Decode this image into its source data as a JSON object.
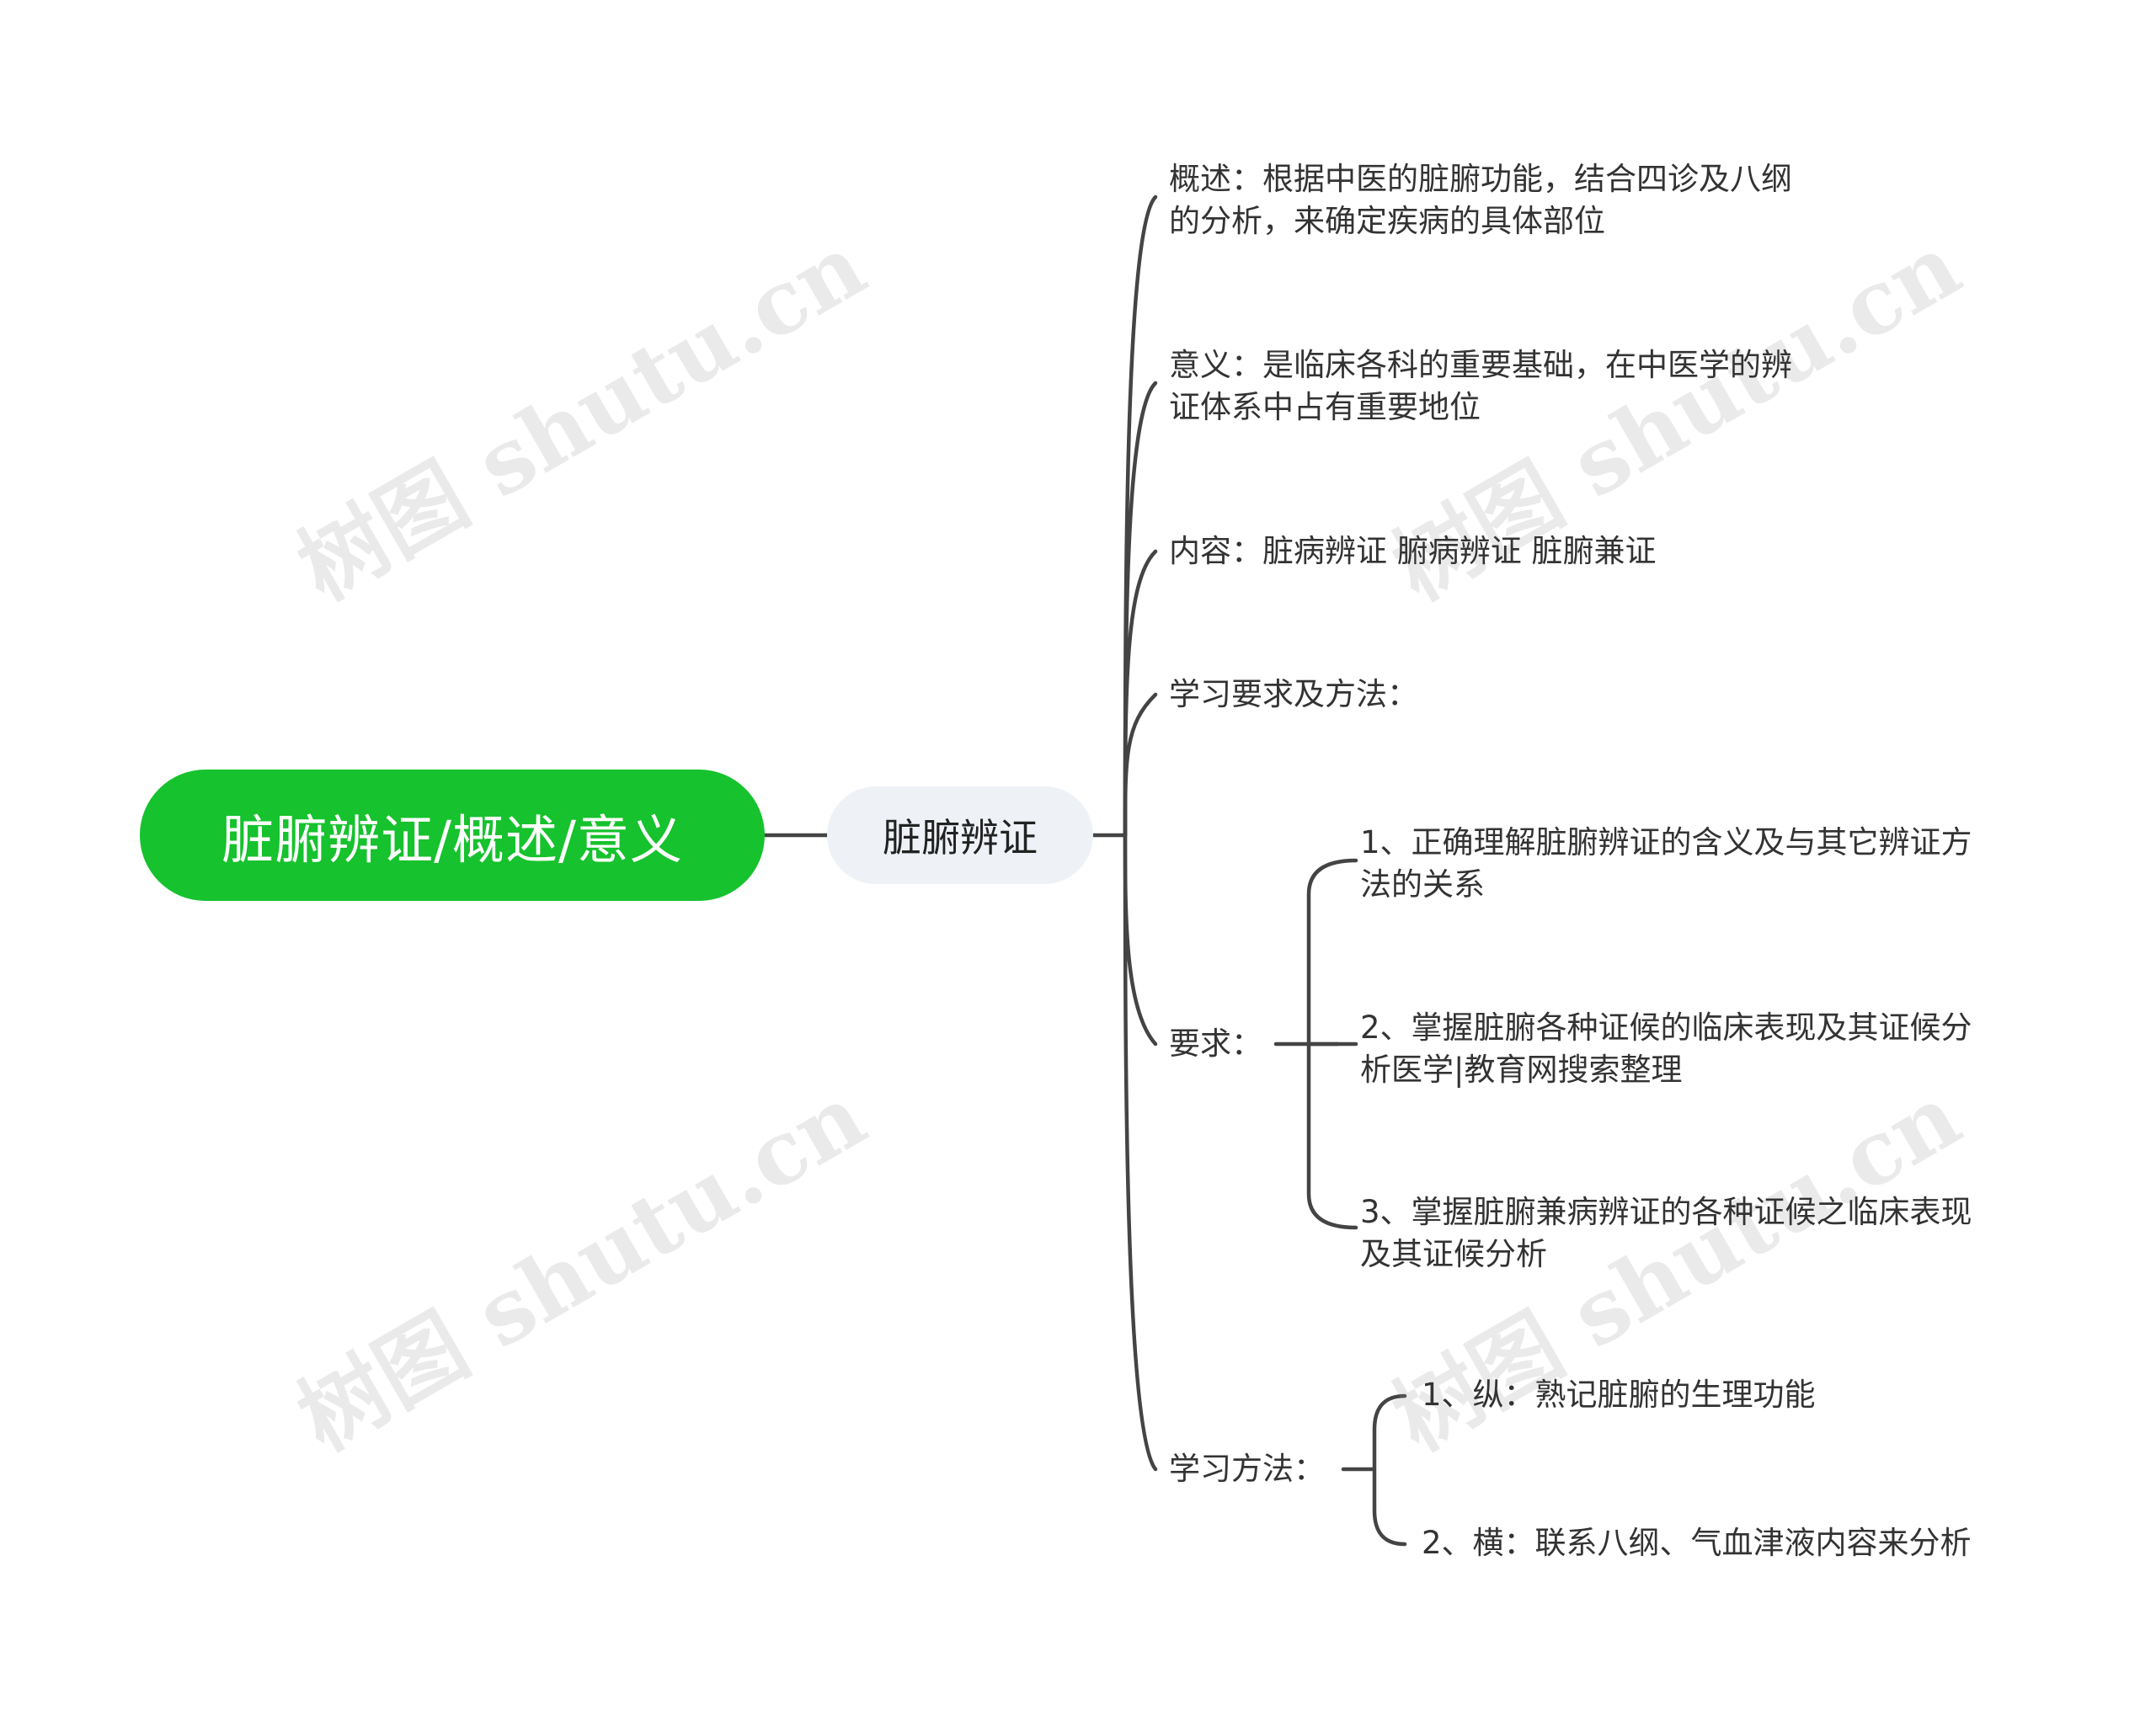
{
  "watermark": "树图 shutu.cn",
  "root": {
    "label": "脏腑辨证/概述/意义"
  },
  "main": {
    "label": "脏腑辨证"
  },
  "branches": [
    {
      "label": "概述：根据中医的脏腑功能，结合四诊及八纲",
      "label2": "的分析，来确定疾病的具体部位"
    },
    {
      "label": "意义：是临床各科的重要基础，在中医学的辨",
      "label2": "证体系中占有重要地位"
    },
    {
      "label": "内容：脏病辨证 腑病辨证 脏腑兼证"
    },
    {
      "label": "学习要求及方法："
    },
    {
      "label": "要求：",
      "children": [
        {
          "label": "1、正确理解脏腑辨证的含义及与其它辨证方",
          "label2": "法的关系"
        },
        {
          "label": "2、掌握脏腑各种证候的临床表现及其证候分",
          "label2": "析医学|教育网搜索整理"
        },
        {
          "label": "3、掌握脏腑兼病辨证的各种证候之临床表现",
          "label2": "及其证候分析"
        }
      ]
    },
    {
      "label": "学习方法：",
      "children": [
        {
          "label": "1、纵：熟记脏腑的生理功能"
        },
        {
          "label": "2、横：联系八纲、气血津液内容来分析"
        }
      ]
    }
  ],
  "colors": {
    "root": "#16c22d",
    "main_bg": "#eef2f6",
    "line": "#444444"
  }
}
